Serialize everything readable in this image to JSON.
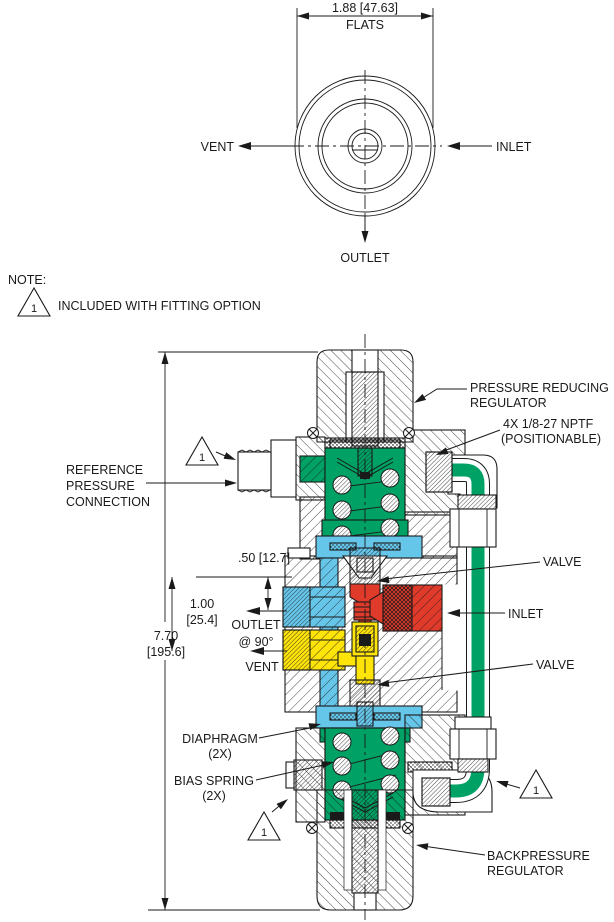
{
  "colors": {
    "green": "#00A164",
    "blue": "#66C6EA",
    "yellow": "#FFE40A",
    "red": "#E03A2B",
    "line": "#1a1a1a"
  },
  "top_view": {
    "dim_width": "1.88 [47.63]",
    "dim_width_label": "FLATS",
    "vent": "VENT",
    "inlet": "INLET",
    "outlet": "OUTLET"
  },
  "note": {
    "title": "NOTE:",
    "flag": "1",
    "text": "INCLUDED WITH FITTING OPTION"
  },
  "section": {
    "labels": {
      "pressure_reducing_1": "PRESSURE REDUCING",
      "pressure_reducing_2": "REGULATOR",
      "nptf_1": "4X 1/8-27 NPTF",
      "nptf_2": "(POSITIONABLE)",
      "valve_upper": "VALVE",
      "inlet": "INLET",
      "valve_lower": "VALVE",
      "backpressure_1": "BACKPRESSURE",
      "backpressure_2": "REGULATOR",
      "reference_1": "REFERENCE",
      "reference_2": "PRESSURE",
      "reference_3": "CONNECTION",
      "diaphragm_1": "DIAPHRAGM",
      "diaphragm_2": "(2X)",
      "bias_spring_1": "BIAS SPRING",
      "bias_spring_2": "(2X)",
      "outlet_1": "OUTLET",
      "outlet_2": "@ 90°",
      "vent": "VENT"
    },
    "dims": {
      "height_in": "7.70",
      "height_mm": "[195.6]",
      "d50": ".50 [12.7]",
      "d100_in": "1.00",
      "d100_mm": "[25.4]"
    },
    "flags": {
      "f1": "1",
      "f2": "1",
      "f3": "1"
    }
  }
}
